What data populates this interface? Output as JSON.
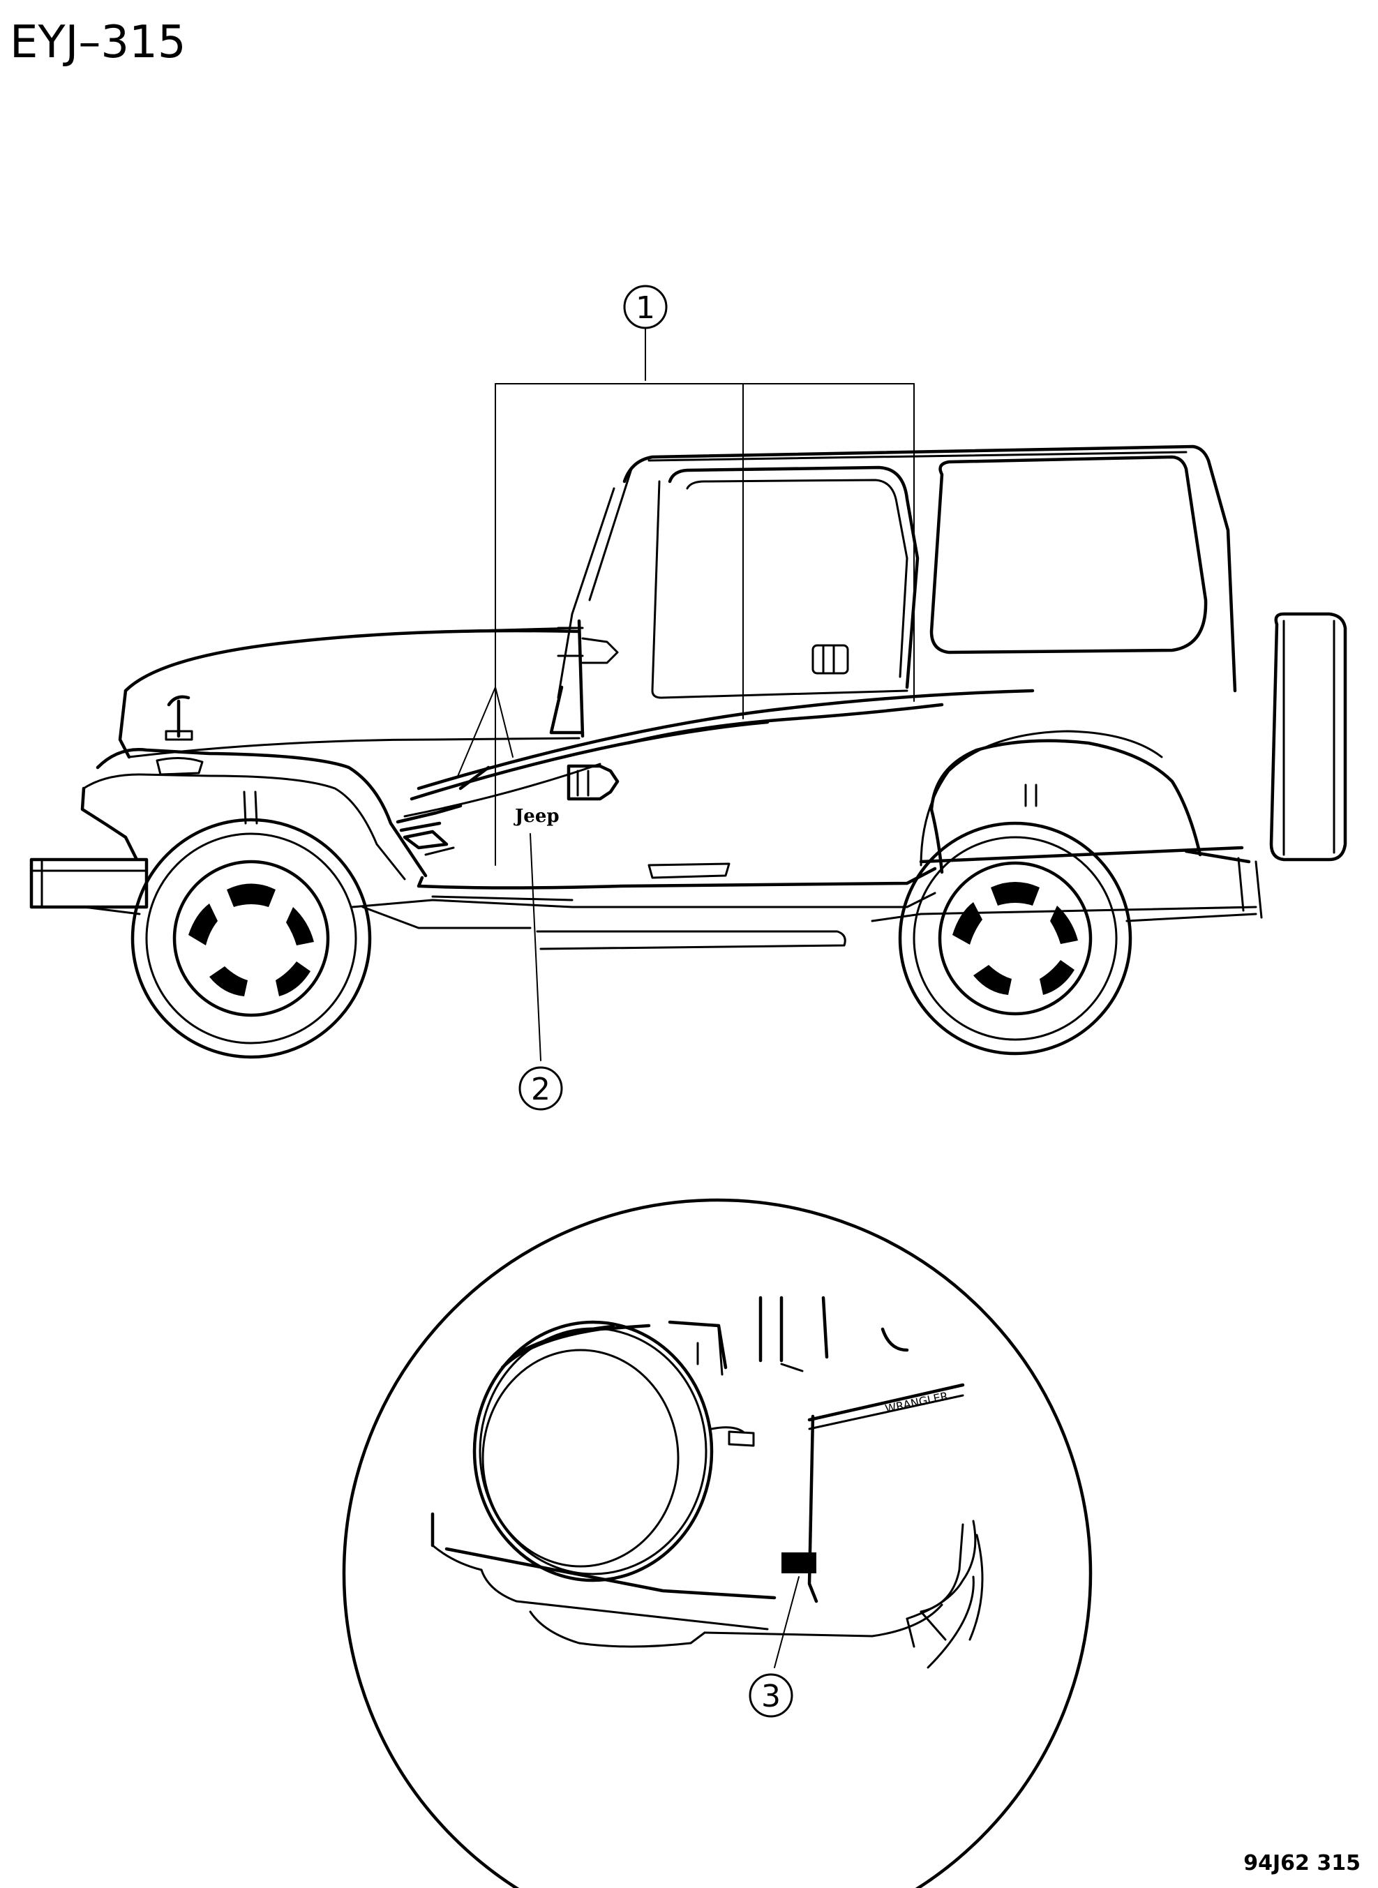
{
  "header": {
    "code": "EYJ–315"
  },
  "footer": {
    "ref": "94J62 315"
  },
  "callouts": [
    "1",
    "2",
    "3"
  ],
  "decals": {
    "jeep": "Jeep",
    "wrangler": "WRANGLER"
  }
}
